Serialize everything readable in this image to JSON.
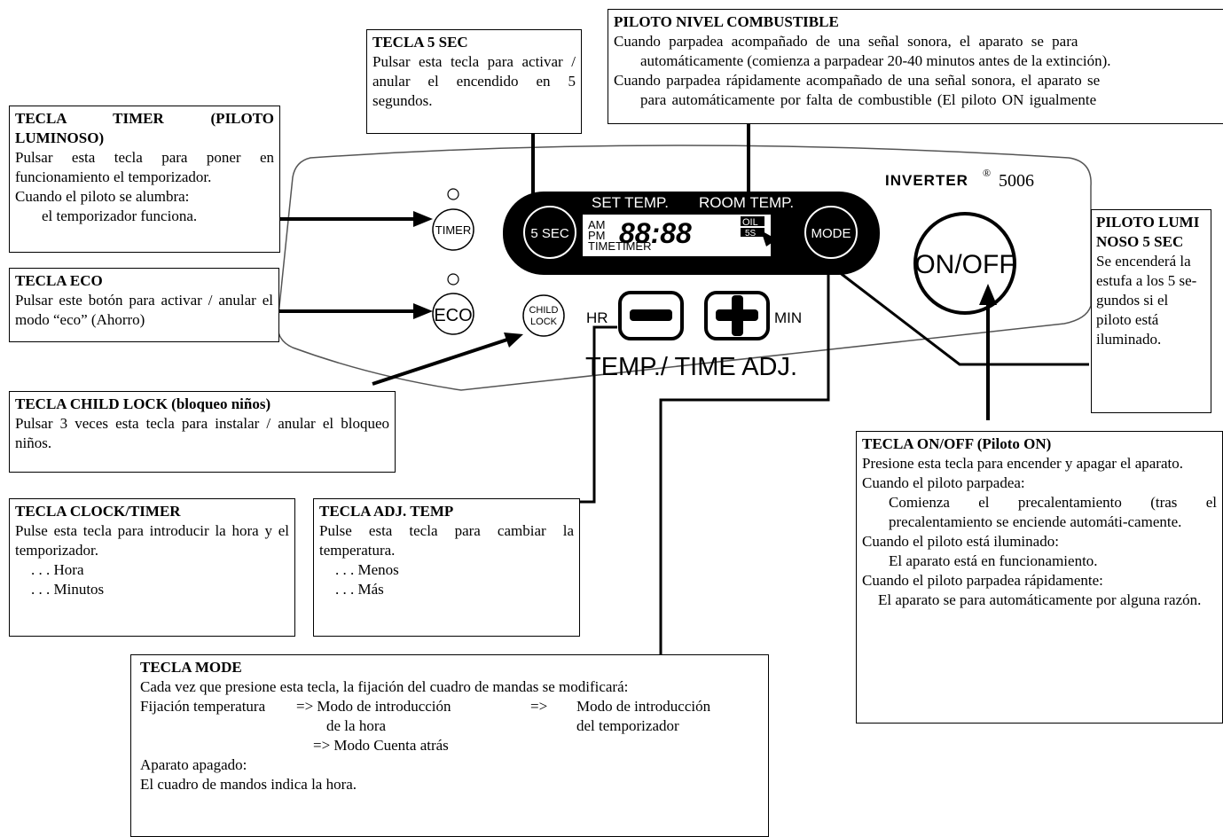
{
  "panel": {
    "brand": "INVERTER",
    "brand_mark": "®",
    "model": "5006",
    "set_temp": "SET TEMP.",
    "room_temp": "ROOM TEMP.",
    "am": "AM",
    "pm": "PM",
    "digits": "88:88",
    "oil": "OIL",
    "five_s": "5S",
    "time_timer": "TIMETIMER",
    "btn_timer": "TIMER",
    "btn_5sec": "5 SEC",
    "btn_mode": "MODE",
    "btn_onoff": "ON/OFF",
    "btn_eco": "ECO",
    "btn_child_1": "CHILD",
    "btn_child_2": "LOCK",
    "hr": "HR",
    "min": "MIN",
    "temp_time_adj": "TEMP./ TIME ADJ."
  },
  "callouts": {
    "timer": {
      "title": "TECLA TIMER (PILOTO LUMINOSO)",
      "l1": "Pulsar esta tecla para poner en funcionamiento el temporizador.",
      "l2": "Cuando el piloto se alumbra:",
      "l3": "el temporizador funciona."
    },
    "five_sec": {
      "title": "TECLA 5 SEC",
      "desc": "Pulsar esta tecla para activar / anular el encendido en 5 segundos."
    },
    "fuel": {
      "title": "PILOTO NIVEL COMBUSTIBLE",
      "l1": "Cuando parpadea acompañado de una señal sonora, el aparato se para",
      "l2": "automáticamente (comienza a parpadear 20-40 minutos antes de la extinción).",
      "l3": "Cuando parpadea rápidamente acompañado de una señal sonora, el aparato se",
      "l4": "para automáticamente por falta de combustible (El piloto ON igualmente"
    },
    "eco": {
      "title": "TECLA ECO",
      "desc": "Pulsar este botón para activar / anular el modo “eco” (Ahorro)"
    },
    "child_lock": {
      "title": "TECLA CHILD LOCK (bloqueo niños)",
      "desc": "Pulsar 3 veces esta tecla para instalar / anular el bloqueo niños."
    },
    "clock_timer": {
      "title": "TECLA CLOCK/TIMER",
      "desc": "Pulse esta tecla para introducir la hora y el temporizador.",
      "i1": ". . . Hora",
      "i2": ". . . Minutos"
    },
    "adj_temp": {
      "title": "TECLA ADJ. TEMP",
      "desc": "Pulse esta tecla para cambiar la temperatura.",
      "i1": ". . . Menos",
      "i2": ". . . Más"
    },
    "pilot_5sec": {
      "title": "PILOTO LUMINOSO 5 SEC",
      "desc": "Se encenderá la estufa a los 5 se-gundos si el piloto está iluminado."
    },
    "onoff": {
      "title": "TECLA ON/OFF (Piloto ON)",
      "l1": "Presione esta tecla para encender y apagar el aparato.",
      "l2": "Cuando el piloto parpadea:",
      "l3": "Comienza el precalentamiento (tras el precalentamiento se enciende automáti-camente.",
      "l4": "Cuando el piloto está iluminado:",
      "l5": "El aparato está en funcionamiento.",
      "l6": "Cuando el piloto parpadea rápidamente:",
      "l7": "El aparato se para automáticamente por alguna razón."
    },
    "mode": {
      "title": "TECLA MODE",
      "l1": "Cada vez que presione esta tecla, la fijación del cuadro de mandas se modificará:",
      "r1a": "Fijación temperatura",
      "r1b": "=> Modo de introducción",
      "r1c": "=>",
      "r1d": "Modo de introducción",
      "r2b": "de la hora",
      "r2d": "del temporizador",
      "r3b": "=> Modo Cuenta atrás",
      "l2": "Aparato apagado:",
      "l3": "El cuadro de mandos indica la hora."
    }
  }
}
